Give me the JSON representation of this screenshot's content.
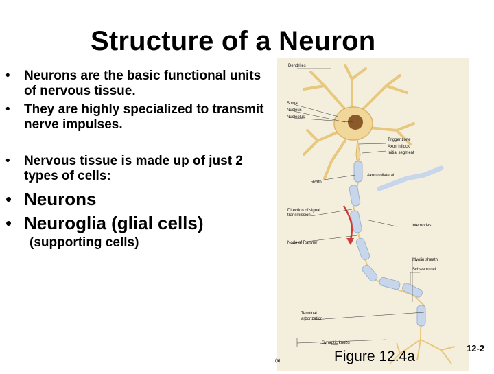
{
  "slide": {
    "title": "Structure of a Neuron",
    "bullets": [
      {
        "marker": "•",
        "text": "Neurons are the basic functional units of nervous tissue."
      },
      {
        "marker": "•",
        "text": "They are highly specialized to transmit nerve impulses."
      },
      {
        "marker": "•",
        "text": "Nervous tissue is made up of just 2 types of cells:"
      },
      {
        "marker": "•",
        "text": "Neurons"
      },
      {
        "marker": "•",
        "text": "Neuroglia (glial cells)"
      }
    ],
    "sub_note": "(supporting cells)",
    "figure_caption": "Figure 12.4a",
    "page_number": "12-2",
    "part_label": "(a)"
  },
  "figure": {
    "labels": {
      "dendrites": "Dendrites",
      "soma": "Soma",
      "nucleus": "Nucleus",
      "nucleolus": "Nucleolus",
      "trigger_zone": "Trigger zone",
      "axon_hillock": "Axon hillock",
      "initial_segment": "Initial segment",
      "axon_collateral": "Axon collateral",
      "axon": "Axon",
      "direction": "Direction of signal transmission",
      "internodes": "Internodes",
      "node_of_ranvier": "Node of Ranvier",
      "myelin_sheath": "Myelin sheath",
      "schwann_cell": "Schwann cell",
      "terminal_arborization": "Terminal arborization",
      "synaptic_knobs": "Synaptic knobs"
    },
    "colors": {
      "background": "#f4efdc",
      "cell_body": "#f2d79a",
      "nucleus": "#8a5a2a",
      "myelin": "#c7d6ea",
      "arrow": "#d23a3a"
    }
  }
}
